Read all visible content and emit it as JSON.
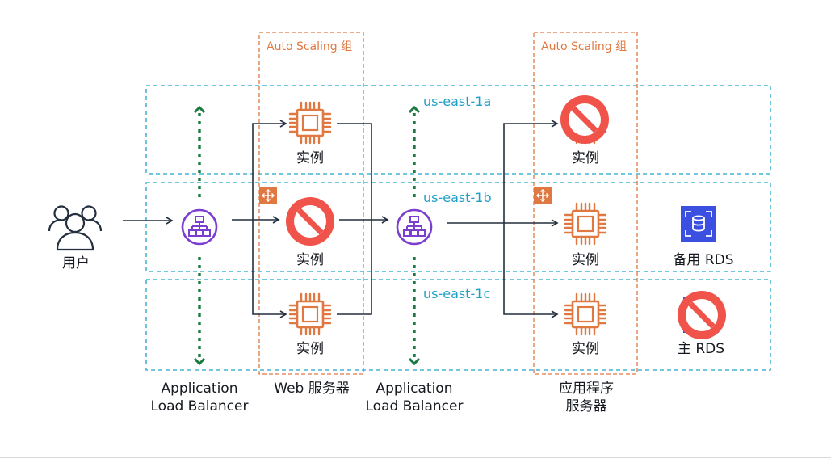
{
  "users": {
    "label": "用户"
  },
  "web_tier": {
    "asg_label": "Auto Scaling 组",
    "label": "Web 服务器"
  },
  "app_tier": {
    "asg_label": "Auto Scaling 组",
    "label_line1": "应用程序",
    "label_line2": "服务器"
  },
  "azs": [
    "us-east-1a",
    "us-east-1b",
    "us-east-1c"
  ],
  "load_balancers": [
    {
      "line1": "Application",
      "line2": "Load Balancer"
    },
    {
      "line1": "Application",
      "line2": "Load Balancer"
    }
  ],
  "web_instances": [
    {
      "label": "实例",
      "status": "healthy"
    },
    {
      "label": "实例",
      "status": "failed"
    },
    {
      "label": "实例",
      "status": "healthy"
    }
  ],
  "app_instances": [
    {
      "label": "实例",
      "status": "failed"
    },
    {
      "label": "实例",
      "status": "healthy"
    },
    {
      "label": "实例",
      "status": "healthy"
    }
  ],
  "databases": [
    {
      "label": "备用 RDS",
      "status": "healthy"
    },
    {
      "label": "主 RDS",
      "status": "failed"
    }
  ],
  "colors": {
    "orange": "#e07941",
    "cyan_dashed": "#1fa3c9",
    "green_dotted": "#1b7a3f",
    "purple_lb": "#7b3fd0",
    "red_stop": "#f0534a",
    "rds_blue": "#3b4fe0",
    "arrow": "#232f3e"
  }
}
